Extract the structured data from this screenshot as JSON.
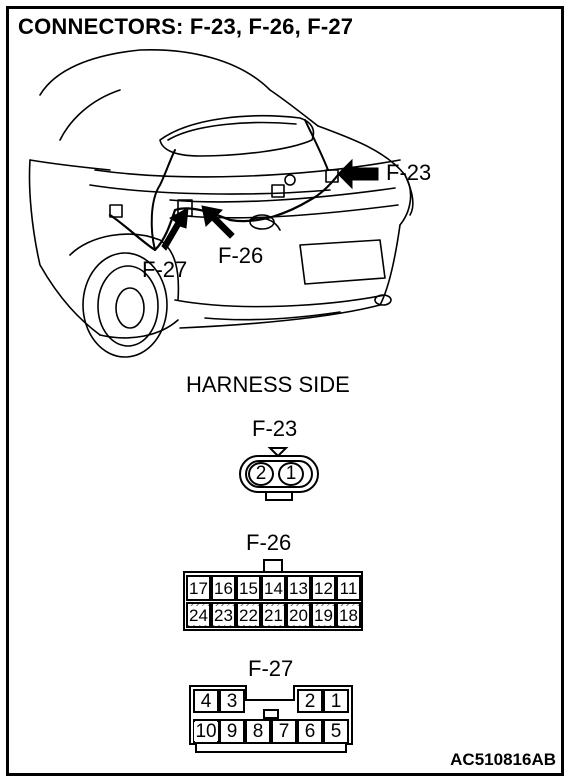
{
  "title": "CONNECTORS: F-23, F-26, F-27",
  "callouts": {
    "f23": "F-23",
    "f26": "F-26",
    "f27": "F-27"
  },
  "harness_side": "HARNESS SIDE",
  "connectors": {
    "f23": {
      "label": "F-23",
      "pins": [
        "2",
        "1"
      ]
    },
    "f26": {
      "label": "F-26",
      "top_row": [
        "17",
        "16",
        "15",
        "14",
        "13",
        "12",
        "11"
      ],
      "bottom_row": [
        "24",
        "23",
        "22",
        "21",
        "20",
        "19",
        "18"
      ]
    },
    "f27": {
      "label": "F-27",
      "top_row": [
        "4",
        "3",
        "2",
        "1"
      ],
      "bottom_row": [
        "10",
        "9",
        "8",
        "7",
        "6",
        "5"
      ]
    }
  },
  "figure_code": "AC510816AB"
}
